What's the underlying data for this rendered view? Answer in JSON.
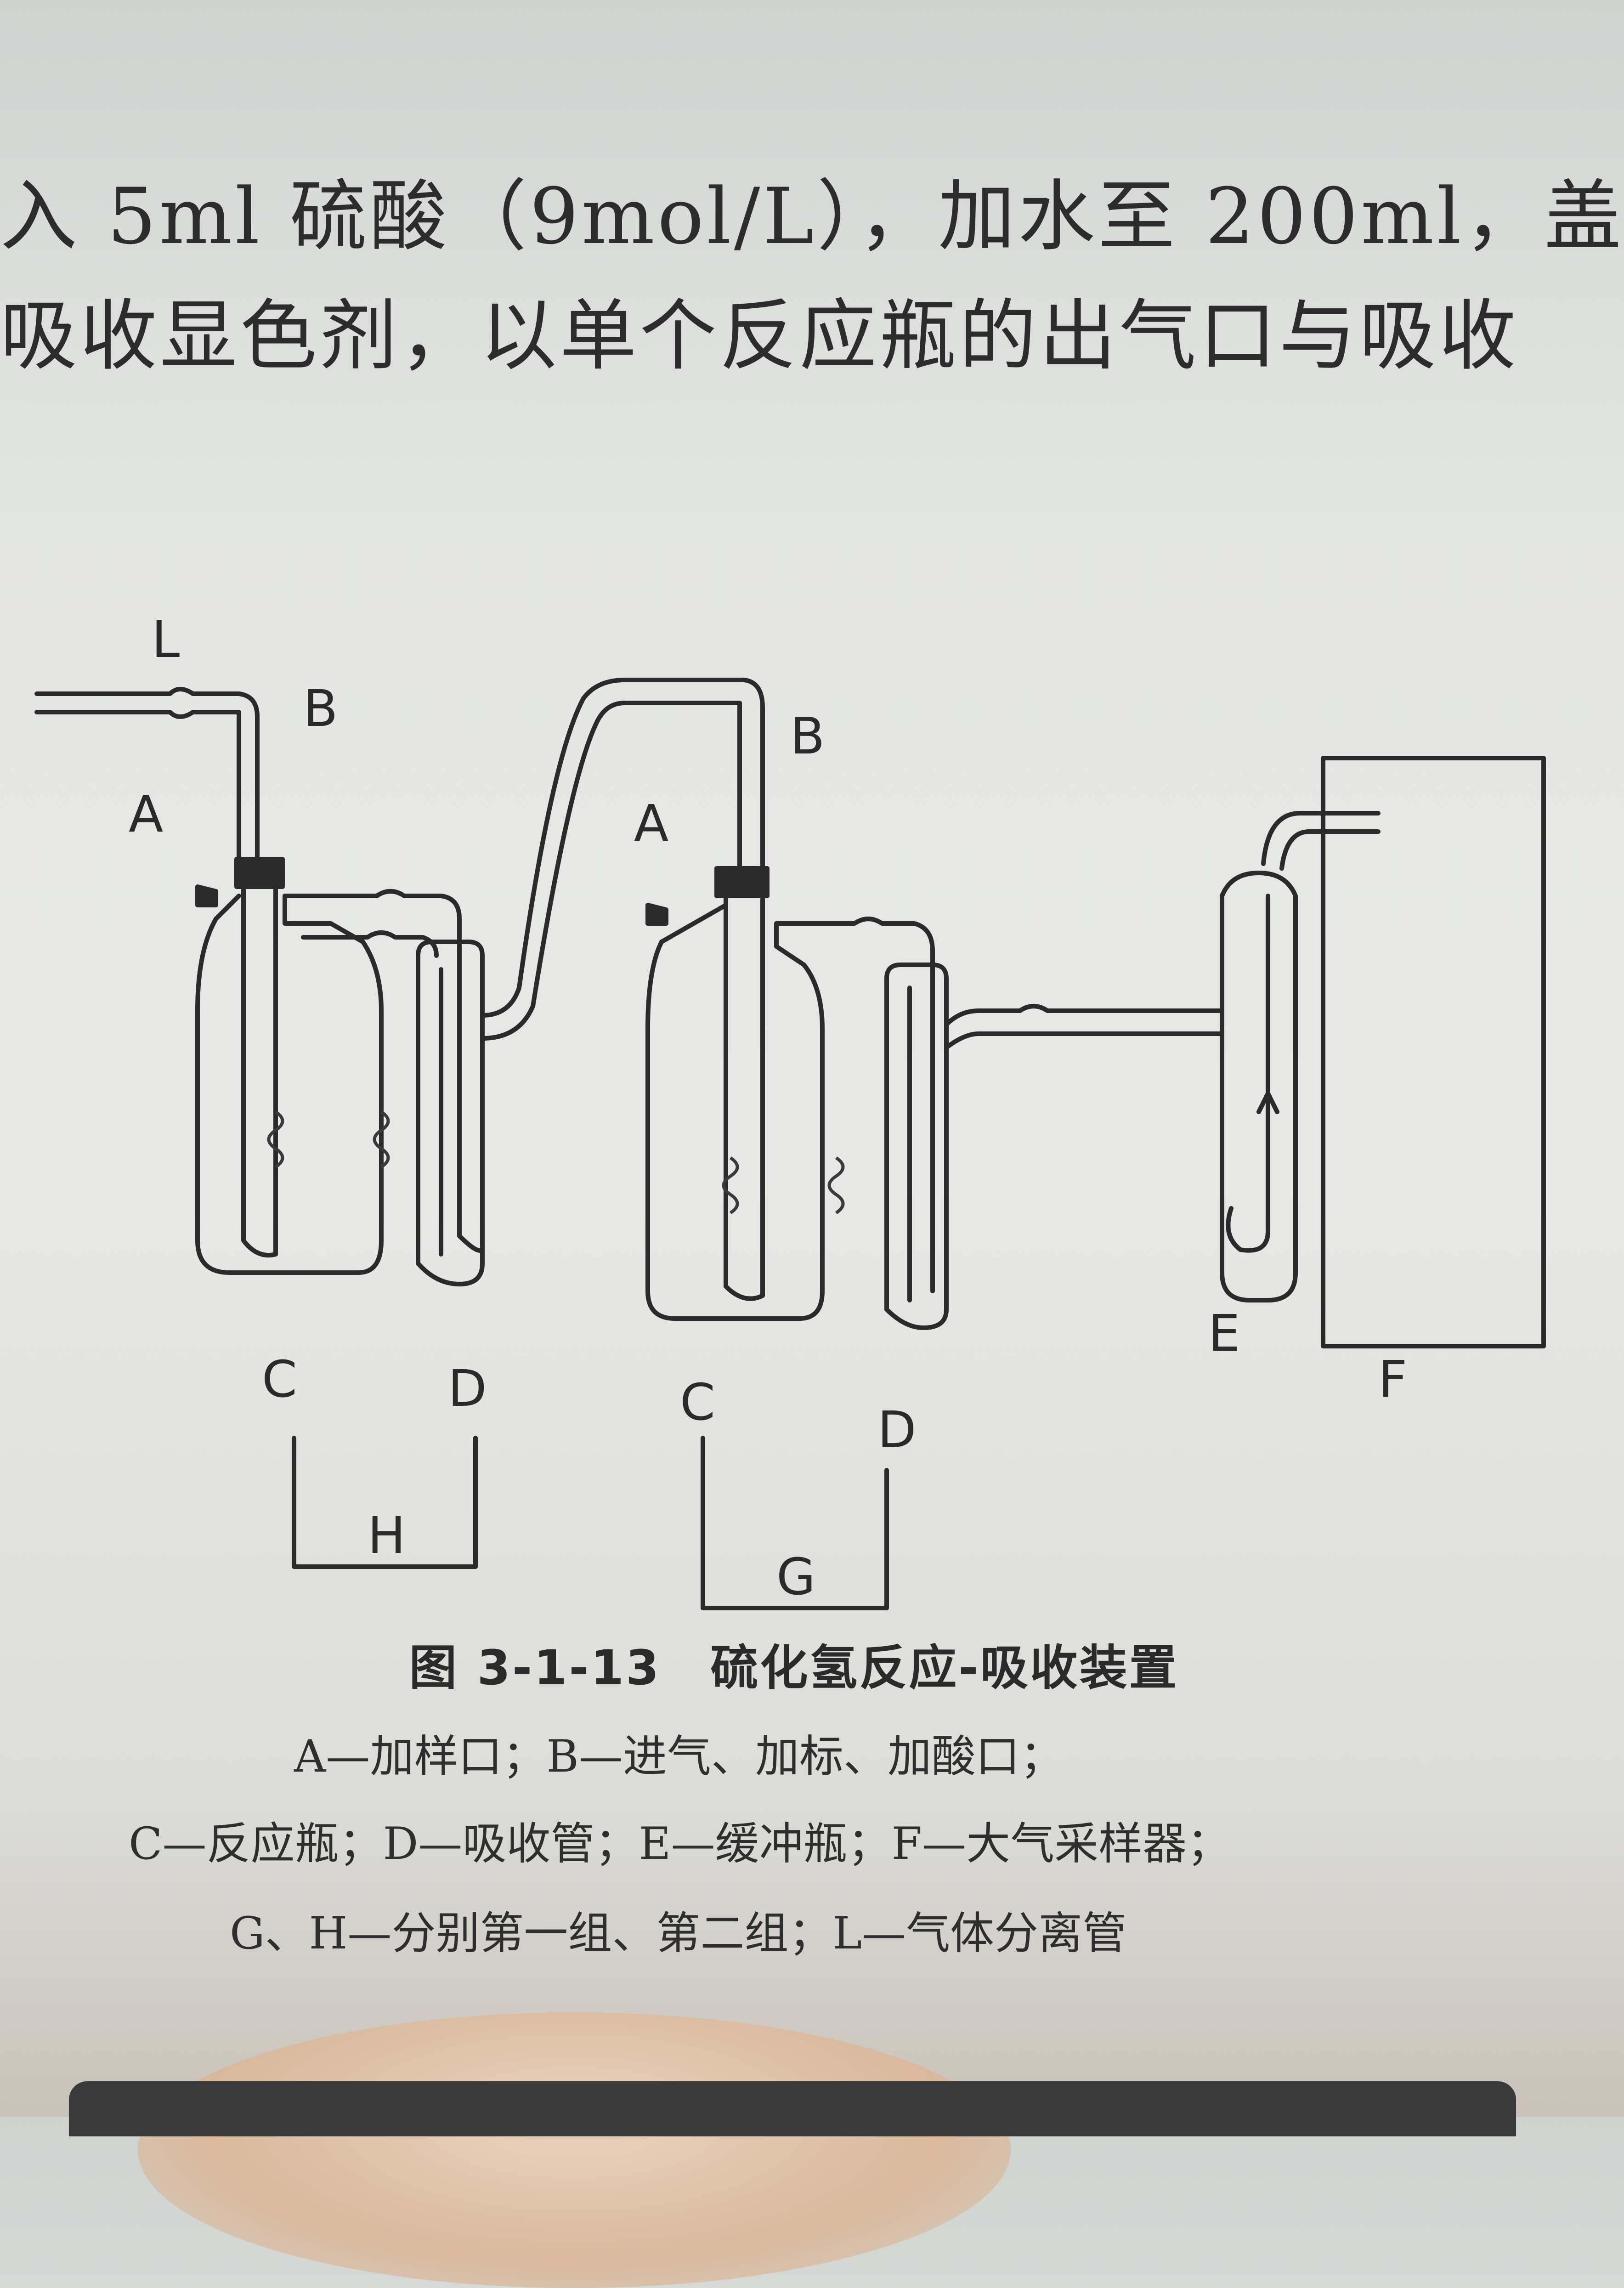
{
  "body_text": {
    "line1": "入 5ml 硫酸（9mol/L），加水至 200ml，盖",
    "line2": "吸收显色剂，以单个反应瓶的出气口与吸收"
  },
  "diagram": {
    "labels": {
      "L": "L",
      "B1": "B",
      "A1": "A",
      "B2": "B",
      "A2": "A",
      "C1": "C",
      "D1": "D",
      "H": "H",
      "C2": "C",
      "D2": "D",
      "G": "G",
      "E": "E",
      "F": "F"
    }
  },
  "caption": {
    "title": "图 3-1-13　硫化氢反应-吸收装置",
    "legend_1": "A—加样口；B—进气、加标、加酸口；",
    "legend_2": "C—反应瓶；D—吸收管；E—缓冲瓶；F—大气采样器；",
    "legend_3": "G、H—分别第一组、第二组；L—气体分离管",
    "legend_4": ""
  },
  "colors": {
    "paper": "#e6e7e4",
    "ink": "#2a2a2a"
  }
}
